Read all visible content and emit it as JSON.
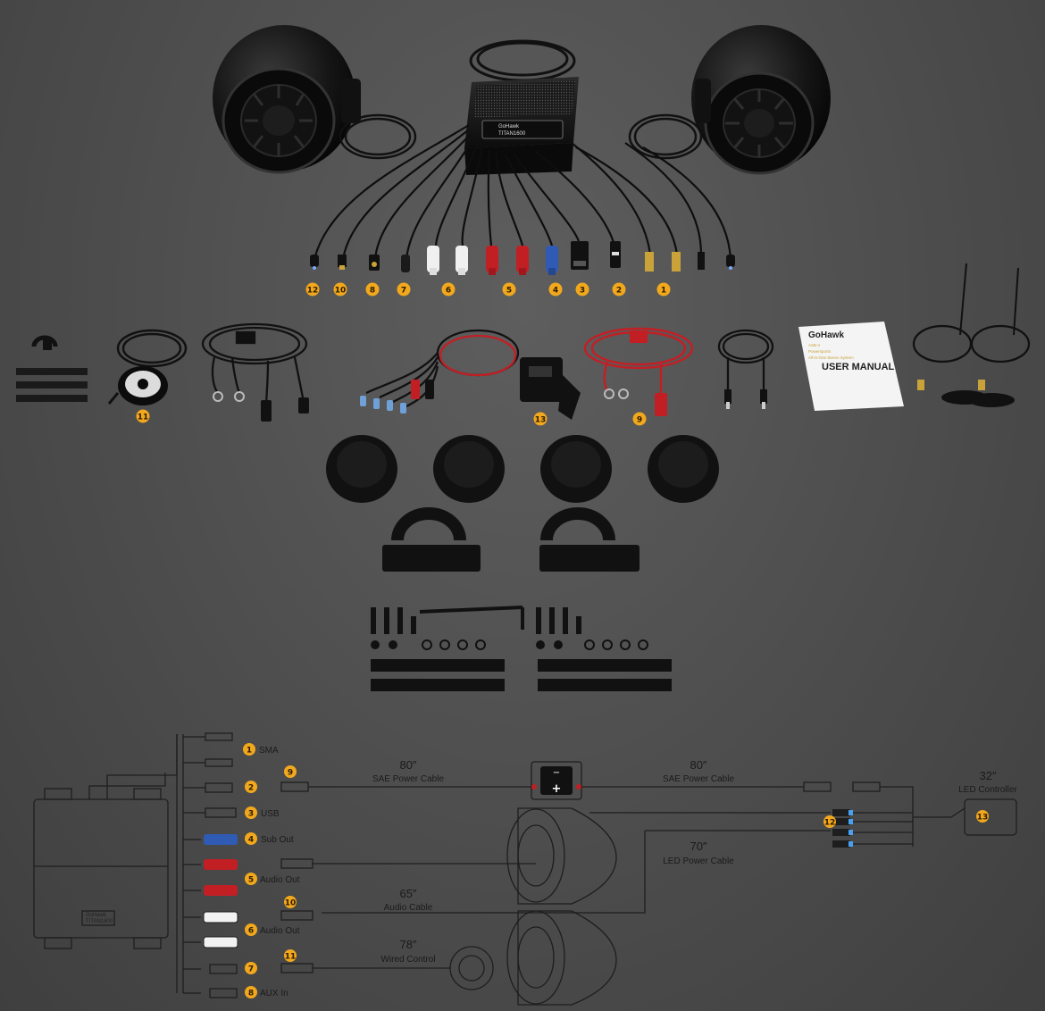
{
  "colors": {
    "background": "#4b4b4b",
    "badge": "#f2a81d",
    "red_plug": "#c21f25",
    "blue_plug": "#2f5bb5",
    "white_plug": "#f2f2f2",
    "line": "#1e1e1e"
  },
  "components": {
    "amp": {
      "brand": "GoHawk",
      "model": "TITAN1600"
    },
    "manual": {
      "brand": "GoHawk",
      "model": "ASB-4",
      "subtitle_1": "Powersports",
      "subtitle_2": "All-in-One Stereo System",
      "title": "USER MANUAL"
    },
    "connector_badges": [
      "12",
      "10",
      "8",
      "7",
      "6",
      "5",
      "4",
      "3",
      "2",
      "1"
    ],
    "accessory_badges": {
      "controller": "11",
      "led_controller": "13",
      "power": "9"
    }
  },
  "diagram": {
    "amp": {
      "brand": "GoHawk",
      "model": "TITAN1600"
    },
    "ports": [
      {
        "num": "1",
        "label": "SMA"
      },
      {
        "num": "2",
        "label": ""
      },
      {
        "num": "3",
        "label": "USB"
      },
      {
        "num": "4",
        "label": "Sub Out"
      },
      {
        "num": "5",
        "label": "Audio Out"
      },
      {
        "num": "6",
        "label": "Audio Out"
      },
      {
        "num": "7",
        "label": ""
      },
      {
        "num": "8",
        "label": "AUX In"
      }
    ],
    "cables": {
      "sae_left": {
        "num": "9",
        "length": "80″",
        "label": "SAE Power Cable"
      },
      "sae_right": {
        "length": "80″",
        "label": "SAE Power Cable"
      },
      "led_power": {
        "length": "70″",
        "label": "LED Power Cable"
      },
      "audio": {
        "num": "10",
        "length": "65″",
        "label": "Audio Cable"
      },
      "wired_control": {
        "num": "11",
        "length": "78″",
        "label": "Wired Control"
      },
      "led_controller": {
        "num": "13",
        "length": "32″",
        "label": "LED Controller"
      },
      "led_split": {
        "num": "12"
      }
    },
    "battery": {
      "minus": "−",
      "plus": "+"
    }
  }
}
